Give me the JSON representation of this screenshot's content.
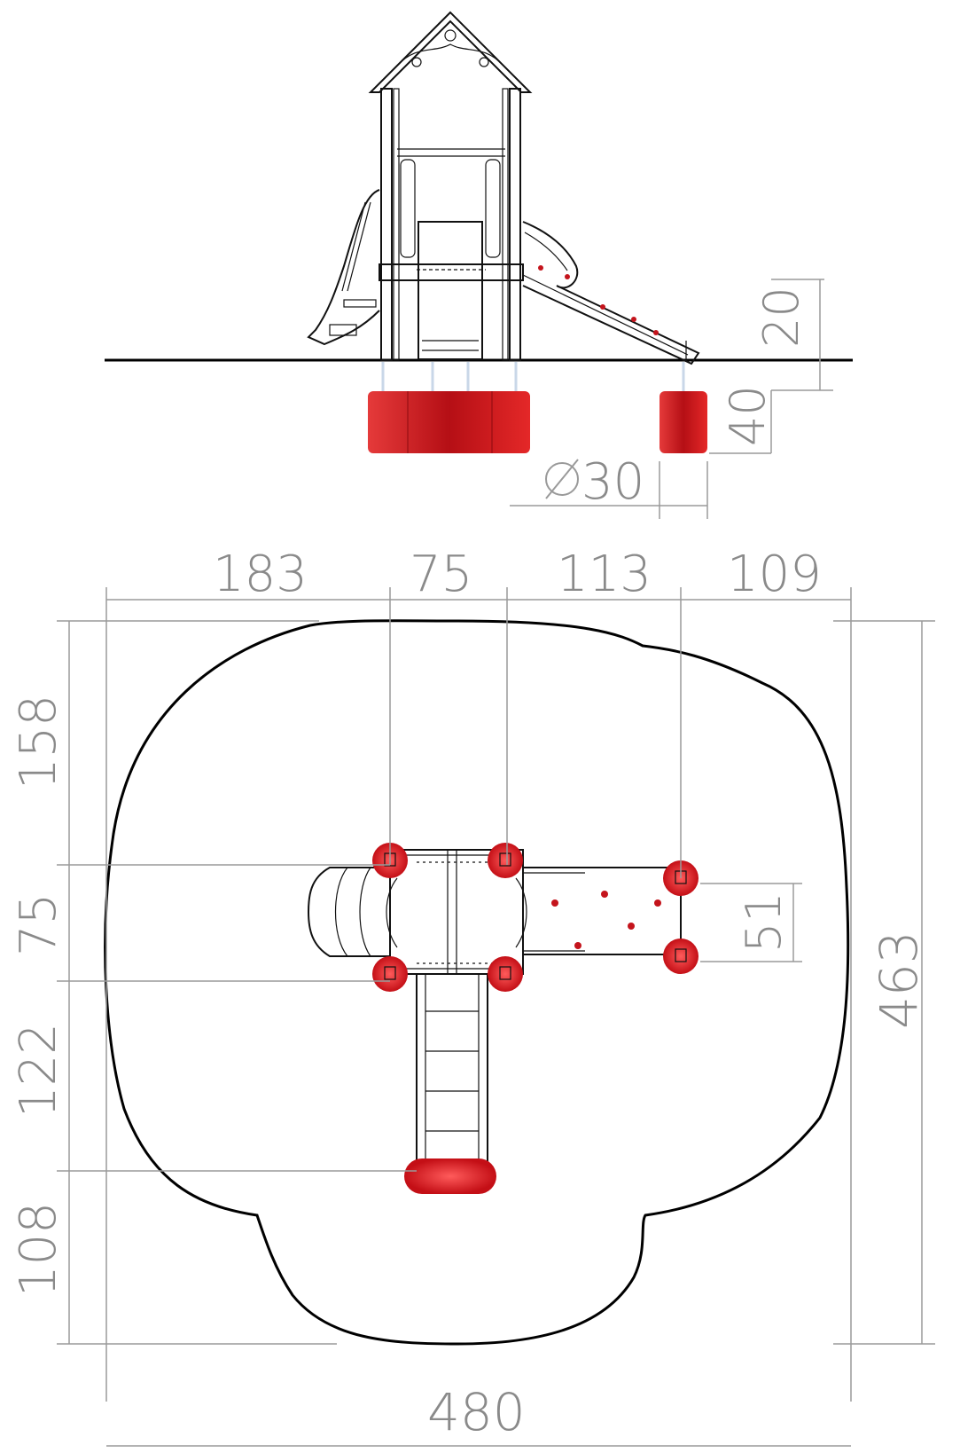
{
  "drawing": {
    "side_view": {
      "dimensions": {
        "ground_height": "20",
        "footing_depth": "40",
        "footing_diameter": "30"
      },
      "colors": {
        "footing": "#d4141c",
        "ink": "#111111"
      }
    },
    "top_view": {
      "dimensions": {
        "top_segments": [
          "183",
          "75",
          "113",
          "109"
        ],
        "left_segments": [
          "158",
          "75",
          "122",
          "108"
        ],
        "right_total": "463",
        "inner_vertical": "51",
        "bottom_total": "480"
      },
      "colors": {
        "anchor": "#d4141c",
        "outline": "#000000",
        "dimension": "#8a8a8a"
      }
    }
  }
}
